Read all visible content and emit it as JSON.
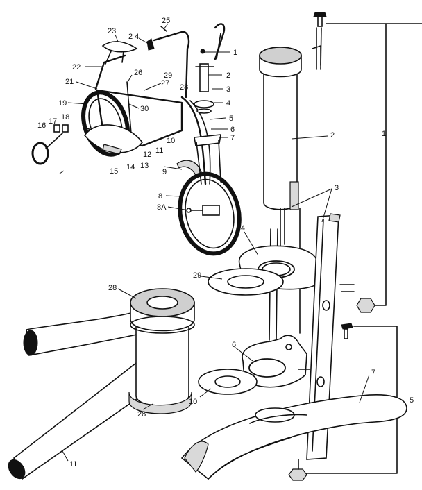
{
  "small_labels": [
    {
      "name": "small-label-23",
      "text": "23"
    },
    {
      "name": "small-label-24",
      "text": "2 4"
    },
    {
      "name": "small-label-25",
      "text": "25"
    },
    {
      "name": "small-label-1",
      "text": "1"
    },
    {
      "name": "small-label-22",
      "text": "22"
    },
    {
      "name": "small-label-26",
      "text": "26"
    },
    {
      "name": "small-label-29",
      "text": "29"
    },
    {
      "name": "small-label-2",
      "text": "2"
    },
    {
      "name": "small-label-21",
      "text": "21"
    },
    {
      "name": "small-label-27",
      "text": "27"
    },
    {
      "name": "small-label-28",
      "text": "28"
    },
    {
      "name": "small-label-3",
      "text": "3"
    },
    {
      "name": "small-label-19",
      "text": "19"
    },
    {
      "name": "small-label-4",
      "text": "4"
    },
    {
      "name": "small-label-30",
      "text": "30"
    },
    {
      "name": "small-label-18",
      "text": "18"
    },
    {
      "name": "small-label-5",
      "text": "5"
    },
    {
      "name": "small-label-16",
      "text": "16"
    },
    {
      "name": "small-label-17",
      "text": "17"
    },
    {
      "name": "small-label-6",
      "text": "6"
    },
    {
      "name": "small-label-7",
      "text": "7"
    },
    {
      "name": "small-label-10",
      "text": "10"
    },
    {
      "name": "small-label-11",
      "text": "11"
    },
    {
      "name": "small-label-12",
      "text": "12"
    },
    {
      "name": "small-label-13",
      "text": "13"
    },
    {
      "name": "small-label-14",
      "text": "14"
    },
    {
      "name": "small-label-15",
      "text": "15"
    },
    {
      "name": "small-label-9",
      "text": "9"
    },
    {
      "name": "small-label-8",
      "text": "8"
    },
    {
      "name": "small-label-8a",
      "text": "8A"
    }
  ],
  "large_labels": [
    {
      "name": "callout-1",
      "text": "1"
    },
    {
      "name": "callout-2",
      "text": "2"
    },
    {
      "name": "callout-3",
      "text": "3"
    },
    {
      "name": "callout-4",
      "text": "4"
    },
    {
      "name": "callout-29",
      "text": "29"
    },
    {
      "name": "callout-28-top",
      "text": "28"
    },
    {
      "name": "callout-6",
      "text": "6"
    },
    {
      "name": "callout-7",
      "text": "7"
    },
    {
      "name": "callout-5",
      "text": "5"
    },
    {
      "name": "callout-10",
      "text": "10"
    },
    {
      "name": "callout-28-bottom",
      "text": "28"
    },
    {
      "name": "callout-11",
      "text": "11"
    }
  ]
}
